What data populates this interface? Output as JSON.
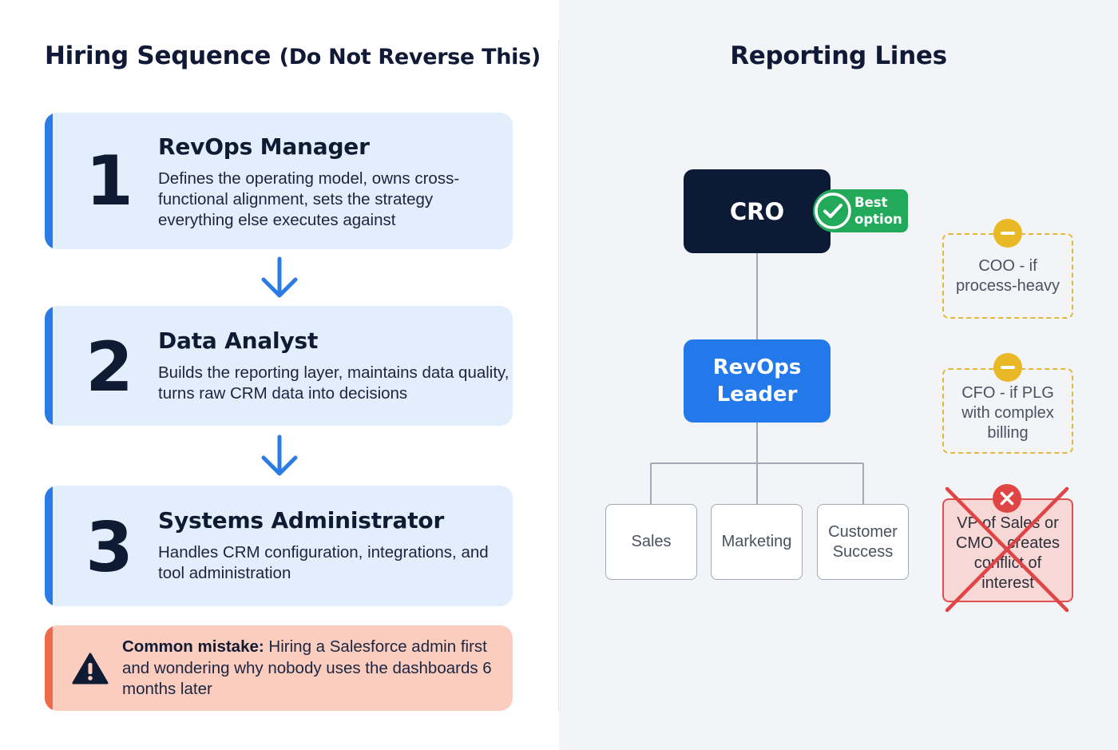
{
  "left": {
    "heading": "Hiring Sequence",
    "heading_note": "(Do Not Reverse This)",
    "steps": [
      {
        "number": "1",
        "title": "RevOps Manager",
        "description": "Defines the operating model, owns cross-functional alignment, sets the strategy everything else executes against"
      },
      {
        "number": "2",
        "title": "Data Analyst",
        "description": "Builds the reporting layer, maintains data quality, turns raw CRM data into decisions"
      },
      {
        "number": "3",
        "title": "Systems Administrator",
        "description": "Handles CRM configuration, integrations, and tool administration"
      }
    ],
    "warning": {
      "label": "Common mistake:",
      "text": "Hiring a Salesforce admin first and wondering why nobody uses the dashboards 6 months later",
      "icon": "warning-triangle-icon"
    }
  },
  "right": {
    "heading": "Reporting Lines",
    "cro": "CRO",
    "best_badge": "Best option",
    "revops_leader": "RevOps Leader",
    "departments": [
      "Sales",
      "Marketing",
      "Customer Success"
    ],
    "alternatives": [
      {
        "text": "COO - if process-heavy",
        "status": "caution"
      },
      {
        "text": "CFO - if PLG with complex billing",
        "status": "caution"
      },
      {
        "text": "VP of Sales or CMO - creates conflict of interest",
        "status": "rejected"
      }
    ]
  },
  "colors": {
    "accent_blue": "#2b7be6",
    "navy": "#0d1a36",
    "revops_blue": "#2379ea",
    "success_green": "#22a95a",
    "caution_yellow": "#e8b925",
    "danger_red": "#e04545",
    "warning_orange": "#ef6a47"
  }
}
